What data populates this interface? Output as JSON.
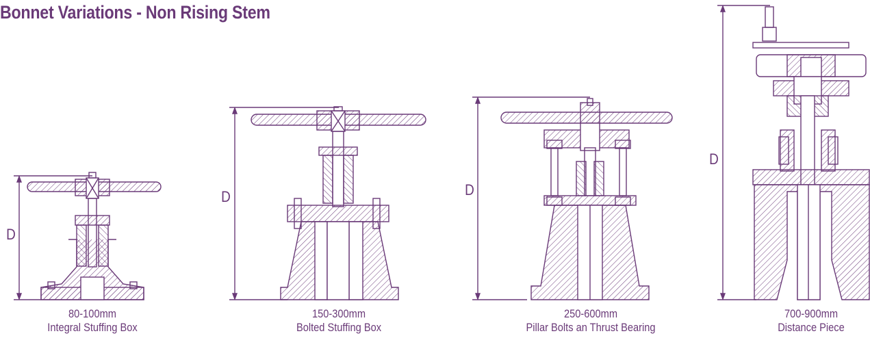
{
  "title": "Bonnet Variations - Non Rising Stem",
  "dimension_label": "D",
  "colors": {
    "line": "#6a3a78",
    "text": "#6a3a78"
  },
  "variants": [
    {
      "size": "80-100mm",
      "name": "Integral Stuffing Box"
    },
    {
      "size": "150-300mm",
      "name": "Bolted Stuffing Box"
    },
    {
      "size": "250-600mm",
      "name": "Pillar Bolts an Thrust Bearing"
    },
    {
      "size": "700-900mm",
      "name": "Distance Piece"
    }
  ]
}
